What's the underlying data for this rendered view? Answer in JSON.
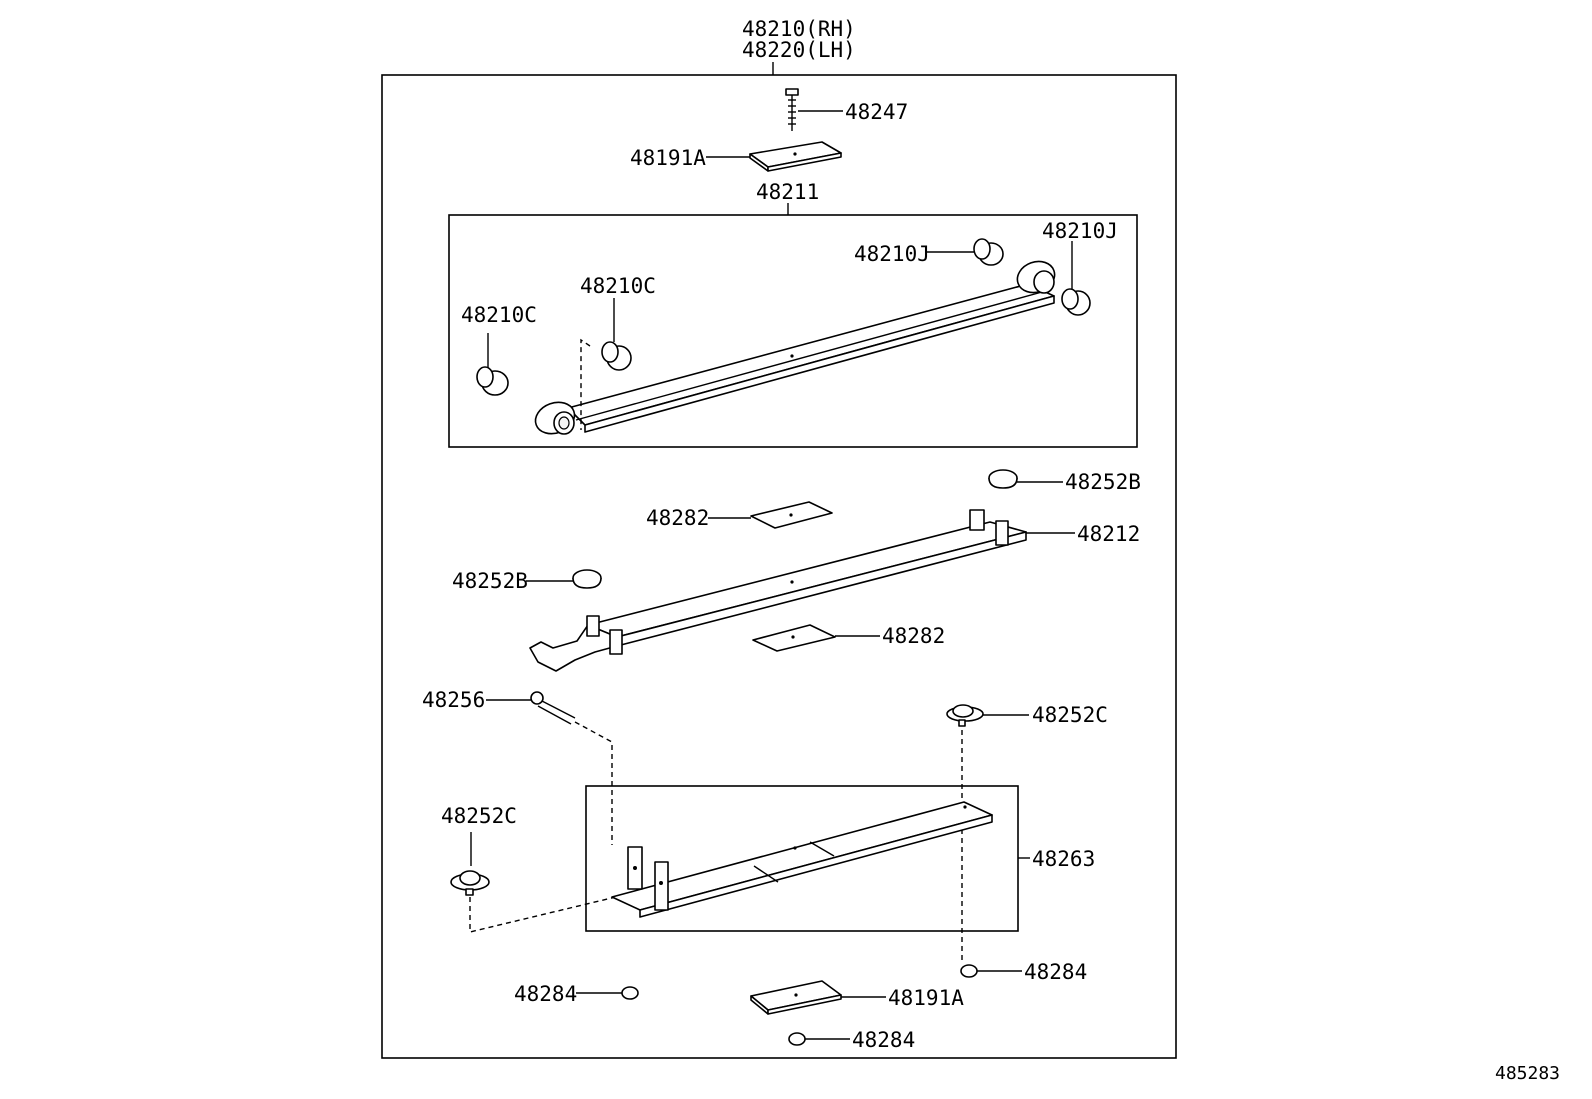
{
  "title_rh": "48210(RH)",
  "title_lh": "48220(LH)",
  "labels": {
    "p48247": "48247",
    "p48191a_top": "48191A",
    "p48211": "48211",
    "p48210j_a": "48210J",
    "p48210j_b": "48210J",
    "p48210c_a": "48210C",
    "p48210c_b": "48210C",
    "p48252b_a": "48252B",
    "p48282_a": "48282",
    "p48212": "48212",
    "p48252b_b": "48252B",
    "p48282_b": "48282",
    "p48256": "48256",
    "p48252c_a": "48252C",
    "p48252c_b": "48252C",
    "p48263": "48263",
    "p48284_a": "48284",
    "p48284_b": "48284",
    "p48191a_bot": "48191A",
    "p48284_c": "48284"
  },
  "diagram_number": "485283"
}
